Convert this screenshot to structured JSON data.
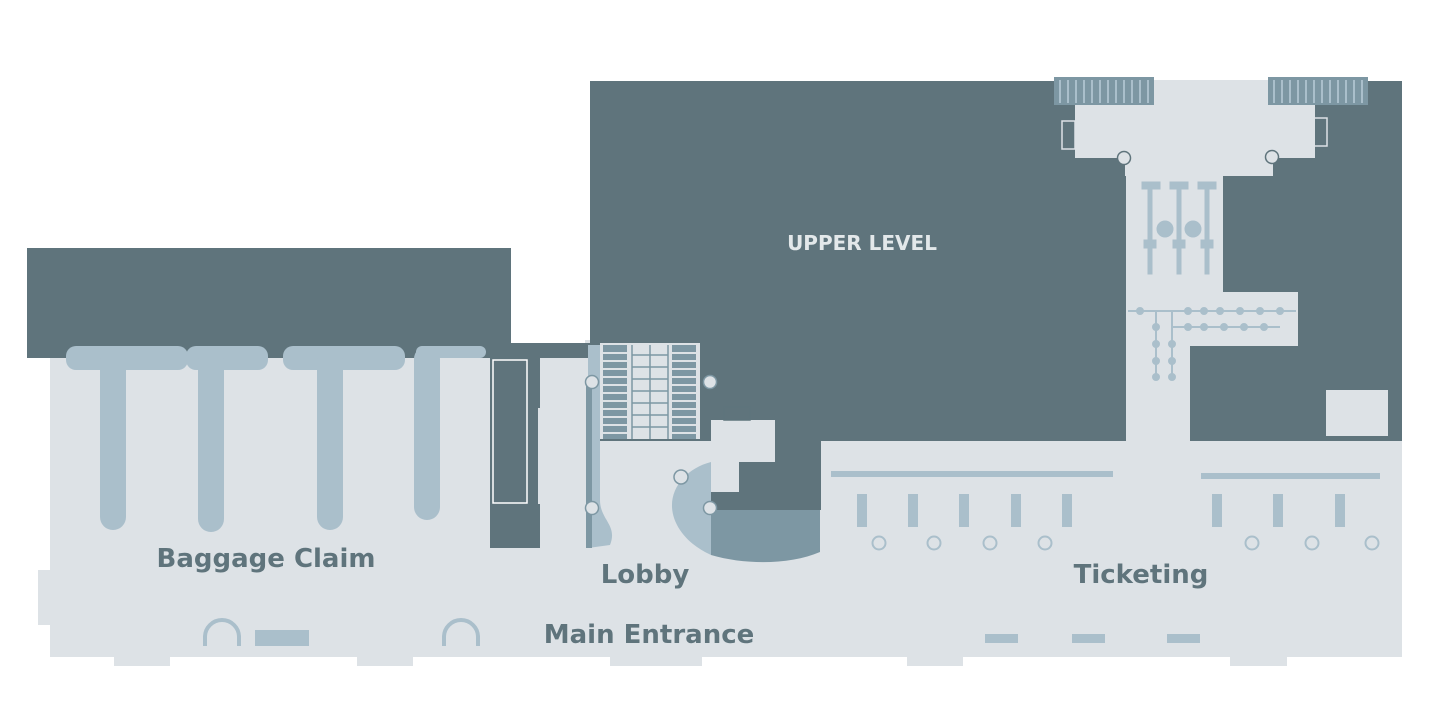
{
  "map": {
    "labels": {
      "upper_level": "UPPER LEVEL",
      "baggage_claim": "Baggage Claim",
      "lobby": "Lobby",
      "ticketing": "Ticketing",
      "main_entrance": "Main Entrance"
    },
    "colors": {
      "floor": "#dde2e6",
      "upper_level": "#5f747c",
      "fixture": "#aabfcb",
      "lobby_accent": "#7d97a3",
      "label": "#5f747c",
      "label_light": "#e3e8ea"
    },
    "icons": {
      "escalator": "escalator-icon",
      "elevator": "elevator-icon",
      "turnstile": "gate-arch-icon",
      "kiosk": "kiosk-icon"
    }
  }
}
